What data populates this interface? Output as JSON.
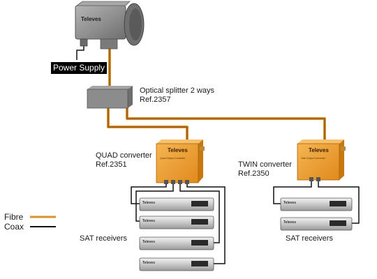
{
  "labels": {
    "power_supply": "Power Supply",
    "splitter_line1": "Optical splitter 2 ways",
    "splitter_line2": "Ref.2357",
    "quad_line1": "QUAD converter",
    "quad_line2": "Ref.2351",
    "twin_line1": "TWIN converter",
    "twin_line2": "Ref.2350",
    "sat_receivers_left": "SAT receivers",
    "sat_receivers_right": "SAT receivers"
  },
  "brand": {
    "lnb": "Televes",
    "quad": "Televes",
    "twin": "Televes",
    "receiver": "Televes",
    "quad_subtitle": "Quad Output Converter",
    "twin_subtitle": "Twin Output Converter"
  },
  "legend": [
    {
      "label": "Fibre",
      "color": "#d9922e"
    },
    {
      "label": "Coax",
      "color": "#111111"
    }
  ],
  "colors": {
    "fibre": "#d9922e",
    "coax": "#111111",
    "converter": "#f0a030",
    "splitter": "#8a8a8a",
    "lnb": "#8c8c8c"
  }
}
